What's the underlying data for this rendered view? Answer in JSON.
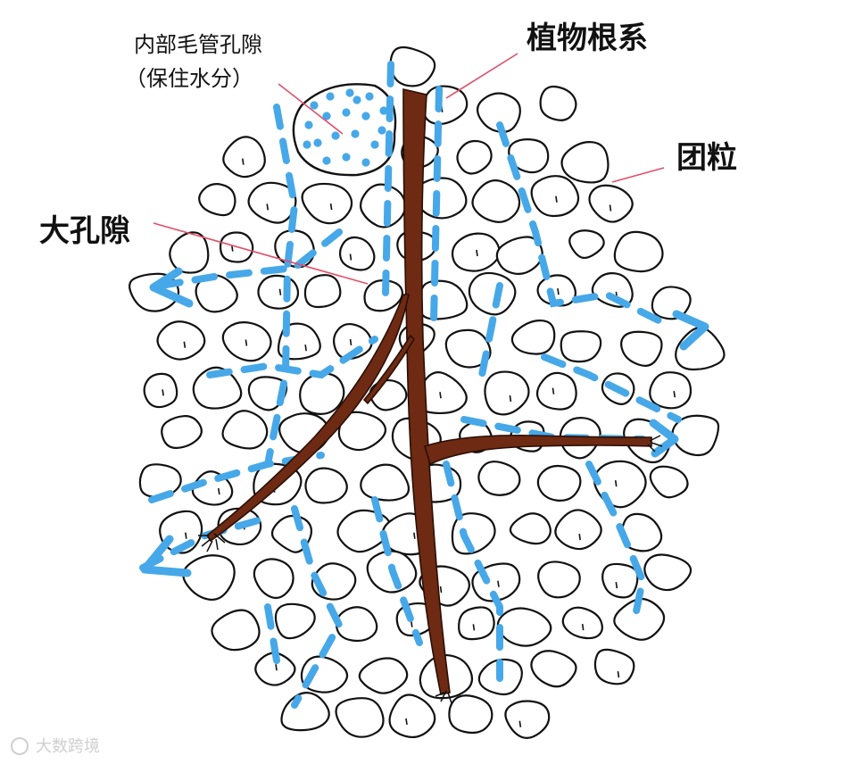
{
  "labels": {
    "capillary_line1": "内部毛管孔隙",
    "capillary_line2": "（保住水分）",
    "roots": "植物根系",
    "aggregate": "团粒",
    "macropore": "大孔隙"
  },
  "watermark": "大数跨境",
  "colors": {
    "water": "#46a8e8",
    "root": "#6e2a12",
    "pointer": "#e0506a",
    "outline": "#111111",
    "particle_fill": "#ffffff"
  }
}
